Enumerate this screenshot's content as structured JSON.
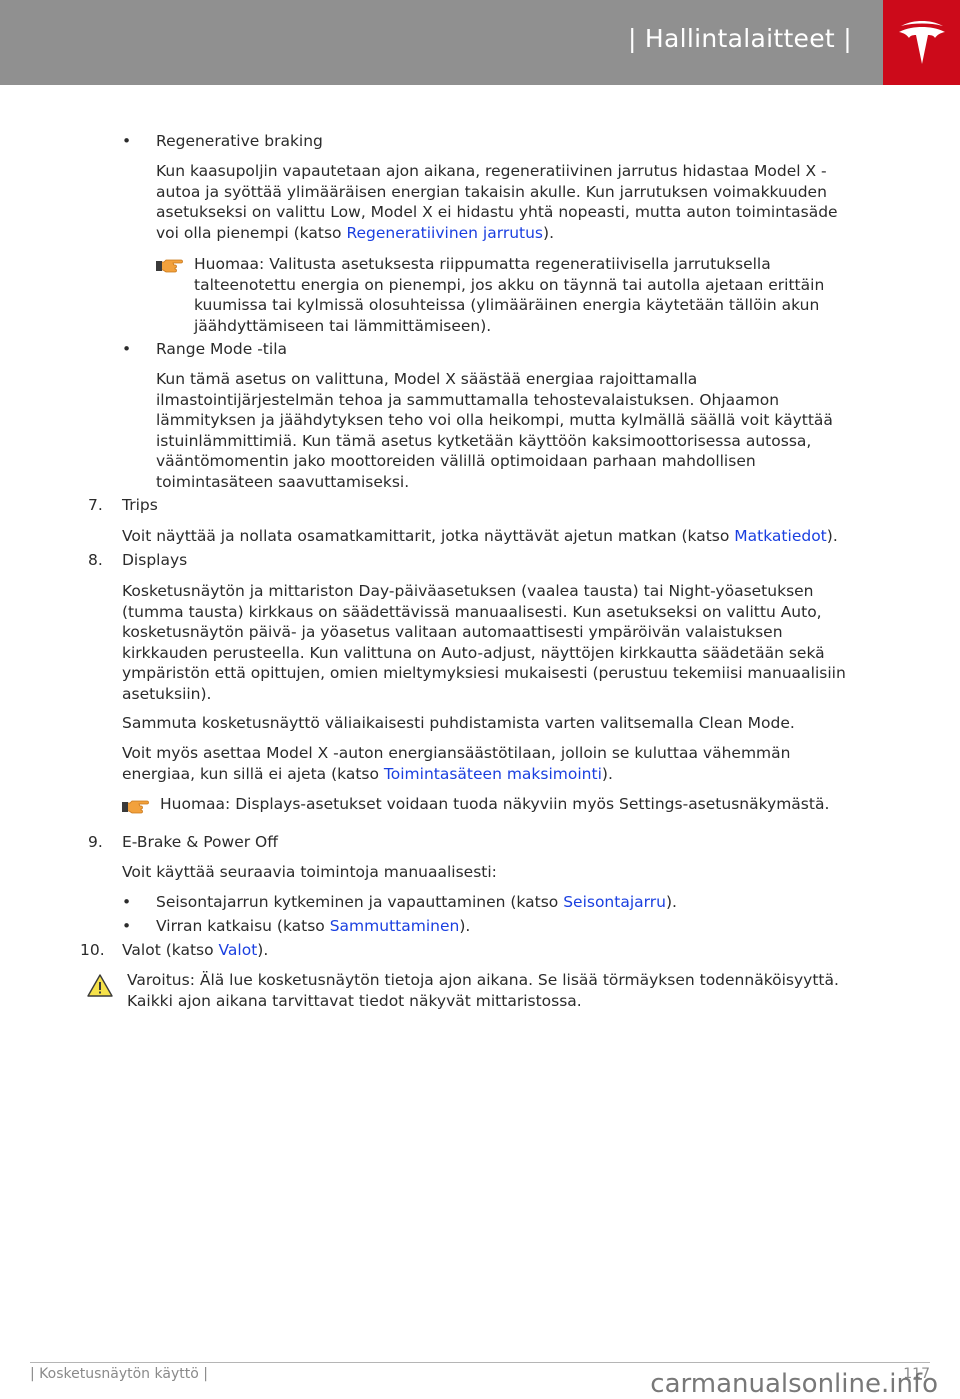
{
  "header": {
    "title": "| Hallintalaitteet |",
    "brand": "Tesla"
  },
  "items": {
    "regen_title": "Regenerative braking",
    "regen_body_1": "Kun kaasupoljin vapautetaan ajon aikana, regeneratiivinen jarrutus hidastaa Model X -",
    "regen_body_2": "autoa ja syöttää ylimääräisen energian takaisin akulle. Kun jarrutuksen voimakkuuden",
    "regen_body_3": "asetukseksi on valittu Low, Model X ei hidastu yhtä nopeasti, mutta auton toimintasäde",
    "regen_body_4a": "voi olla pienempi (katso ",
    "regen_link": "Regeneratiivinen jarrutus",
    "regen_body_4b": ").",
    "note1_1": "Huomaa: Valitusta asetuksesta riippumatta regeneratiivisella jarrutuksella",
    "note1_2": "talteenotettu energia on pienempi, jos akku on täynnä tai autolla ajetaan erittäin",
    "note1_3": "kuumissa tai kylmissä olosuhteissa (ylimääräinen energia käytetään tällöin akun",
    "note1_4": "jäähdyttämiseen tai lämmittämiseen).",
    "range_title": "Range Mode -tila",
    "range_1": "Kun tämä asetus on valittuna, Model X säästää energiaa rajoittamalla",
    "range_2": "ilmastointijärjestelmän tehoa ja sammuttamalla tehostevalaistuksen. Ohjaamon",
    "range_3": "lämmityksen ja jäähdytyksen teho voi olla heikompi, mutta kylmällä säällä voit käyttää",
    "range_4": "istuinlämmittimiä. Kun tämä asetus kytketään käyttöön kaksimoottorisessa autossa,",
    "range_5": "vääntömomentin jako moottoreiden välillä optimoidaan parhaan mahdollisen",
    "range_6": "toimintasäteen saavuttamiseksi.",
    "n7": "7.",
    "trips_title": "Trips",
    "trips_a": "Voit näyttää ja nollata osamatkamittarit, jotka näyttävät ajetun matkan (katso ",
    "trips_link": "Matkatiedot",
    "trips_b": ").",
    "n8": "8.",
    "displays_title": "Displays",
    "disp_1": "Kosketusnäytön ja mittariston Day-päiväasetuksen (vaalea tausta) tai Night-yöasetuksen",
    "disp_2": "(tumma tausta) kirkkaus on säädettävissä manuaalisesti. Kun asetukseksi on valittu Auto,",
    "disp_3": "kosketusnäytön päivä- ja yöasetus valitaan automaattisesti ympäröivän valaistuksen",
    "disp_4": "kirkkauden perusteella. Kun valittuna on Auto-adjust, näyttöjen kirkkautta säädetään sekä",
    "disp_5": "ympäristön että opittujen, omien mieltymyksiesi mukaisesti (perustuu tekemiisi manuaalisiin",
    "disp_6": "asetuksiin).",
    "clean": "Sammuta kosketusnäyttö väliaikaisesti puhdistamista varten valitsemalla Clean Mode.",
    "save_1": "Voit myös asettaa Model X -auton energiansäästötilaan, jolloin se kuluttaa vähemmän",
    "save_2a": "energiaa, kun sillä ei ajeta (katso ",
    "save_link": "Toimintasäteen maksimointi",
    "save_2b": ").",
    "note2": "Huomaa: Displays-asetukset voidaan tuoda näkyviin myös Settings-asetusnäkymästä.",
    "n9": "9.",
    "ebrake_title": "E-Brake & Power Off",
    "ebrake_body": "Voit käyttää seuraavia toimintoja manuaalisesti:",
    "park_a": "Seisontajarrun kytkeminen ja vapauttaminen (katso ",
    "park_link": "Seisontajarru",
    "park_b": ").",
    "power_a": "Virran katkaisu (katso ",
    "power_link": "Sammuttaminen",
    "power_b": ").",
    "n10": "10.",
    "lights_a": "Valot (katso ",
    "lights_link": "Valot",
    "lights_b": ").",
    "warn_1": "Varoitus: Älä lue kosketusnäytön tietoja ajon aikana. Se lisää törmäyksen todennäköisyyttä.",
    "warn_2": "Kaikki ajon aikana tarvittavat tiedot näkyvät mittaristossa."
  },
  "footer": {
    "section": "| Kosketusnäytön käyttö |",
    "page": "117",
    "watermark": "carmanualsonline.info"
  },
  "colors": {
    "header_bg": "#909090",
    "logo_bg": "#cc0a1a",
    "link": "#1a3fe0"
  },
  "icons": {
    "note": "pointing-hand-icon",
    "warning": "warning-triangle-icon",
    "bullet": "bullet-dot"
  }
}
